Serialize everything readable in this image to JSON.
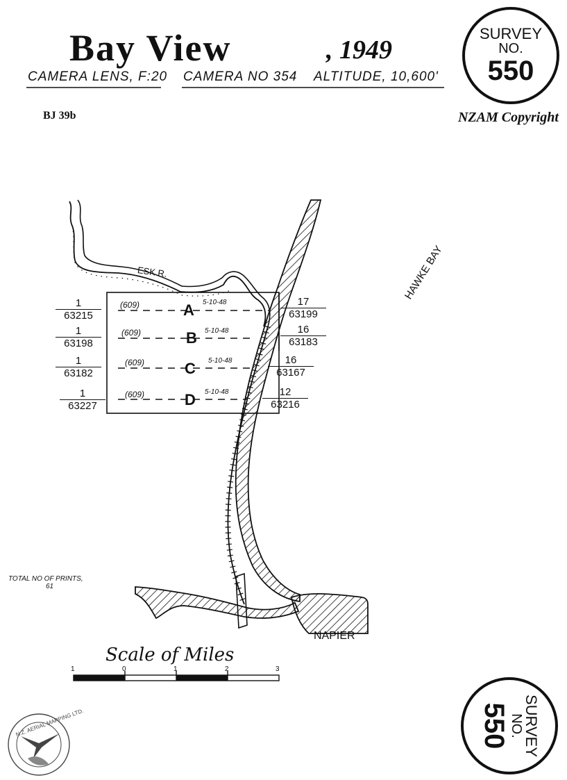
{
  "header": {
    "place": "Bay View",
    "year": ", 1949",
    "camera_lens": "Camera Lens, F:20",
    "camera_no": "Camera No 354",
    "altitude": "Altitude, 10,600'"
  },
  "reference": "BJ 39b",
  "copyright": "NZAM Copyright",
  "survey_stamp": {
    "line1": "Survey",
    "line2": "No.",
    "number": "550"
  },
  "map": {
    "features": {
      "river": "ESK R.",
      "bay": "HAWKE BAY",
      "town": "NAPIER"
    },
    "strips": [
      {
        "id": "A",
        "lens": "(609)",
        "date": "5-10-48",
        "left_num": "1",
        "left_den": "63215",
        "right_num": "17",
        "right_den": "63199"
      },
      {
        "id": "B",
        "lens": "(609)",
        "date": "5-10-48",
        "left_num": "1",
        "left_den": "63198",
        "right_num": "16",
        "right_den": "63183"
      },
      {
        "id": "C",
        "lens": "(609)",
        "date": "5-10-48",
        "left_num": "1",
        "left_den": "63182",
        "right_num": "16",
        "right_den": "63167"
      },
      {
        "id": "D",
        "lens": "(609)",
        "date": "5-10-48",
        "left_num": "1",
        "left_den": "63227",
        "right_num": "12",
        "right_den": "63216"
      }
    ]
  },
  "prints": {
    "label": "Total No of Prints,",
    "count": "61"
  },
  "scale": {
    "title": "Scale of Miles",
    "ticks": [
      "1",
      "0",
      "1",
      "2",
      "3"
    ]
  },
  "logo_text": "N.Z. AERIAL MAPPING LTD."
}
